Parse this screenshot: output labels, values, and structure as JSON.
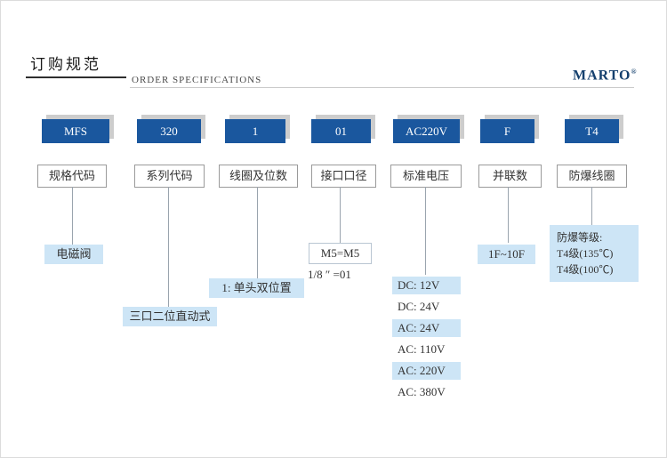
{
  "header": {
    "title_zh": "订购规范",
    "title_en": "ORDER SPECIFICATIONS",
    "brand": "MARTO",
    "reg_mark": "®"
  },
  "colors": {
    "code_box_bg": "#1a579e",
    "code_box_shadow": "#cdcdcd",
    "highlight_bg": "#cde5f6",
    "connector_line": "#9aa4ae"
  },
  "columns": [
    {
      "code": "MFS",
      "label": "规格代码"
    },
    {
      "code": "320",
      "label": "系列代码"
    },
    {
      "code": "1",
      "label": "线圈及位数"
    },
    {
      "code": "01",
      "label": "接口口径"
    },
    {
      "code": "AC220V",
      "label": "标准电压"
    },
    {
      "code": "F",
      "label": "并联数"
    },
    {
      "code": "T4",
      "label": "防爆线圈"
    }
  ],
  "annotations": {
    "spec_code_note": "电磁阀",
    "series_code_note": "三口二位直动式",
    "coil_note": "1: 单头双位置",
    "port_boxed_note": "M5=M5",
    "port_plain_note": "1/8 ″ =01",
    "voltages": [
      {
        "text": "DC: 12V",
        "highlight": true
      },
      {
        "text": "DC: 24V",
        "highlight": false
      },
      {
        "text": "AC: 24V",
        "highlight": true
      },
      {
        "text": "AC: 110V",
        "highlight": false
      },
      {
        "text": "AC: 220V",
        "highlight": true
      },
      {
        "text": "AC: 380V",
        "highlight": false
      }
    ],
    "parallel_note": "1F~10F",
    "explosion": {
      "line1": "防爆等级:",
      "line2": "T4级(135℃)",
      "line3": "T4级(100℃)"
    }
  }
}
